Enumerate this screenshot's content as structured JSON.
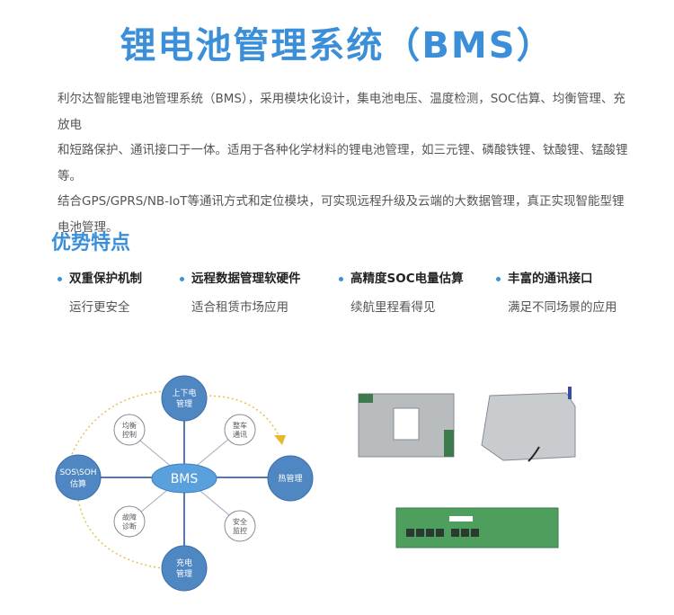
{
  "title": "锂电池管理系统（BMS）",
  "intro": [
    "利尔达智能锂电池管理系统（BMS），采用模块化设计，集电池电压、温度检测，SOC估算、均衡管理、充放电",
    "和短路保护、通讯接口于一体。适用于各种化学材料的锂电池管理，如三元锂、磷酸铁锂、钛酸锂、锰酸锂等。",
    "结合GPS/GPRS/NB-IoT等通讯方式和定位模块，可实现远程升级及云端的大数据管理，真正实现智能型锂",
    "电池管理。"
  ],
  "section_title": "优势特点",
  "features": [
    {
      "title": "双重保护机制",
      "desc": "运行更安全"
    },
    {
      "title": "远程数据管理软硬件",
      "desc": "适合租赁市场应用"
    },
    {
      "title": "高精度SOC电量估算",
      "desc": "续航里程看得见"
    },
    {
      "title": "丰富的通讯接口",
      "desc": "满足不同场景的应用"
    }
  ],
  "diagram": {
    "center": "BMS",
    "major": [
      [
        "上下电",
        "管理"
      ],
      [
        "热管理"
      ],
      [
        "充电",
        "管理"
      ],
      [
        "SOS\\SOH",
        "估算"
      ]
    ],
    "minor": [
      [
        "均衡",
        "控制"
      ],
      [
        "整车",
        "通讯"
      ],
      [
        "故障",
        "诊断"
      ],
      [
        "安全",
        "监控"
      ]
    ]
  },
  "colors": {
    "accent": "#3b8fd8",
    "node": "#4f87c2",
    "arrow": "#e8b730"
  }
}
